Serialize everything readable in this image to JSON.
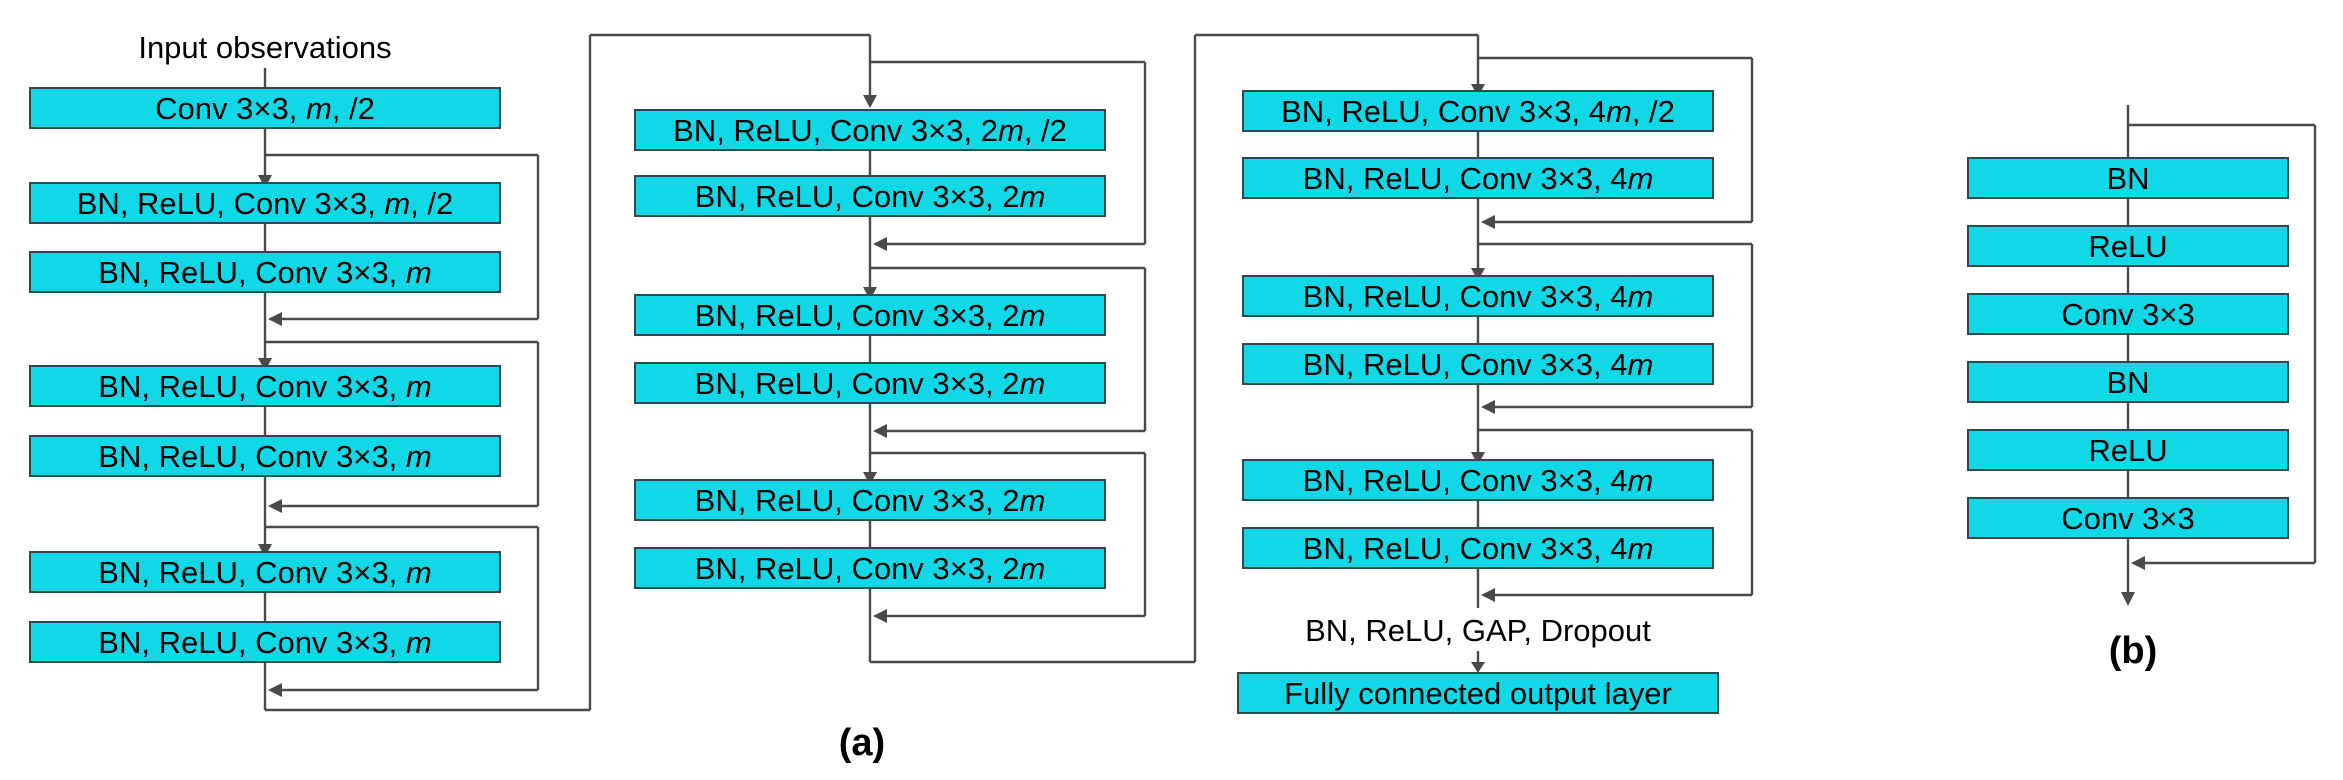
{
  "panel_a": {
    "input_label": "Input observations",
    "columns": [
      {
        "blocks": [
          {
            "pre": "Conv 3×3, ",
            "it": "m",
            "post": ", /2"
          },
          {
            "pre": "BN, ReLU, Conv 3×3, ",
            "it": "m",
            "post": ", /2"
          },
          {
            "pre": "BN, ReLU, Conv 3×3, ",
            "it": "m",
            "post": ""
          },
          {
            "pre": "BN, ReLU, Conv 3×3, ",
            "it": "m",
            "post": ""
          },
          {
            "pre": "BN, ReLU, Conv 3×3, ",
            "it": "m",
            "post": ""
          },
          {
            "pre": "BN, ReLU, Conv 3×3, ",
            "it": "m",
            "post": ""
          },
          {
            "pre": "BN, ReLU, Conv 3×3, ",
            "it": "m",
            "post": ""
          }
        ]
      },
      {
        "blocks": [
          {
            "pre": "BN, ReLU, Conv 3×3, 2",
            "it": "m",
            "post": ", /2"
          },
          {
            "pre": "BN, ReLU, Conv 3×3, 2",
            "it": "m",
            "post": ""
          },
          {
            "pre": "BN, ReLU, Conv 3×3, 2",
            "it": "m",
            "post": ""
          },
          {
            "pre": "BN, ReLU, Conv 3×3, 2",
            "it": "m",
            "post": ""
          },
          {
            "pre": "BN, ReLU, Conv 3×3, 2",
            "it": "m",
            "post": ""
          },
          {
            "pre": "BN, ReLU, Conv 3×3, 2",
            "it": "m",
            "post": ""
          }
        ]
      },
      {
        "blocks": [
          {
            "pre": "BN, ReLU, Conv 3×3, 4",
            "it": "m",
            "post": ", /2"
          },
          {
            "pre": "BN, ReLU, Conv 3×3, 4",
            "it": "m",
            "post": ""
          },
          {
            "pre": "BN, ReLU, Conv 3×3, 4",
            "it": "m",
            "post": ""
          },
          {
            "pre": "BN, ReLU, Conv 3×3, 4",
            "it": "m",
            "post": ""
          },
          {
            "pre": "BN, ReLU, Conv 3×3, 4",
            "it": "m",
            "post": ""
          },
          {
            "pre": "BN, ReLU, Conv 3×3, 4",
            "it": "m",
            "post": ""
          }
        ]
      }
    ],
    "head_label": "BN, ReLU, GAP, Dropout",
    "output_label": "Fully connected output layer",
    "caption": "(a)"
  },
  "panel_b": {
    "blocks": [
      "BN",
      "ReLU",
      "Conv 3×3",
      "BN",
      "ReLU",
      "Conv 3×3"
    ],
    "caption": "(b)"
  }
}
